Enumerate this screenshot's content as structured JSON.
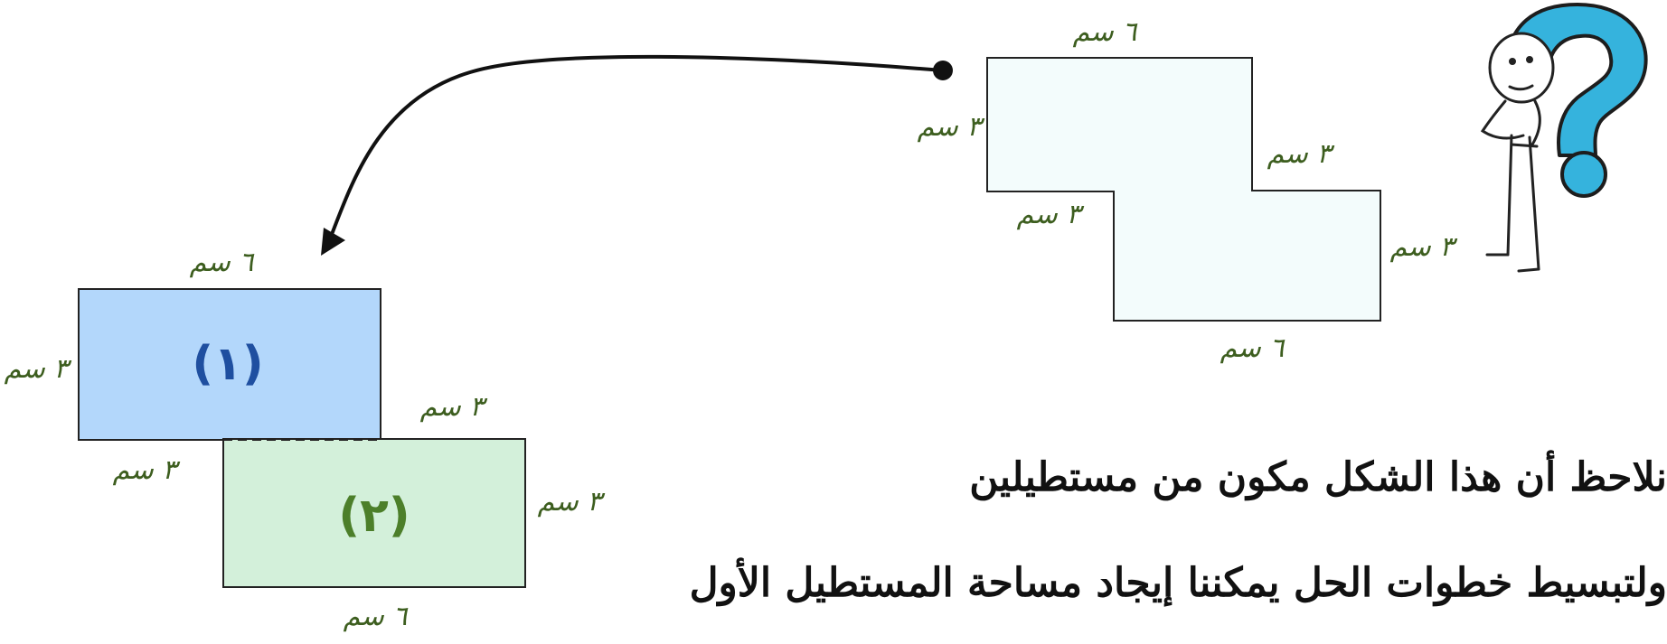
{
  "diagram": {
    "dimension_labels": {
      "composite_top": "٦ سم",
      "composite_left": "٣ سم",
      "composite_step_right": "٣ سم",
      "composite_step_left": "٣ سم",
      "composite_right": "٣ سم",
      "composite_bottom": "٦ سم",
      "rect1_top": "٦ سم",
      "rect1_left": "٣ سم",
      "rect1_step": "٣ سم",
      "rect2_step": "٣ سم",
      "rect2_right": "٣ سم",
      "rect2_bottom": "٦ سم"
    },
    "rect1_label": "(١)",
    "rect2_label": "(٢)",
    "colors": {
      "composite_fill": "#f3fcfc",
      "rect1_fill": "#b3d7fb",
      "rect2_fill": "#d3f0da",
      "rect1_label": "#1f4fa0",
      "rect2_label": "#4c7f2a",
      "dimension_text": "#3d5e1f",
      "question_mark": "#35b3dd"
    }
  },
  "text": {
    "line1": "نلاحظ أن هذا الشكل مكون من مستطيلين",
    "line2": "ولتبسيط خطوات الحل يمكننا إيجاد مساحة المستطيل الأول"
  },
  "icons": {
    "thinker": "thinking-person-icon",
    "question": "question-mark-icon"
  }
}
